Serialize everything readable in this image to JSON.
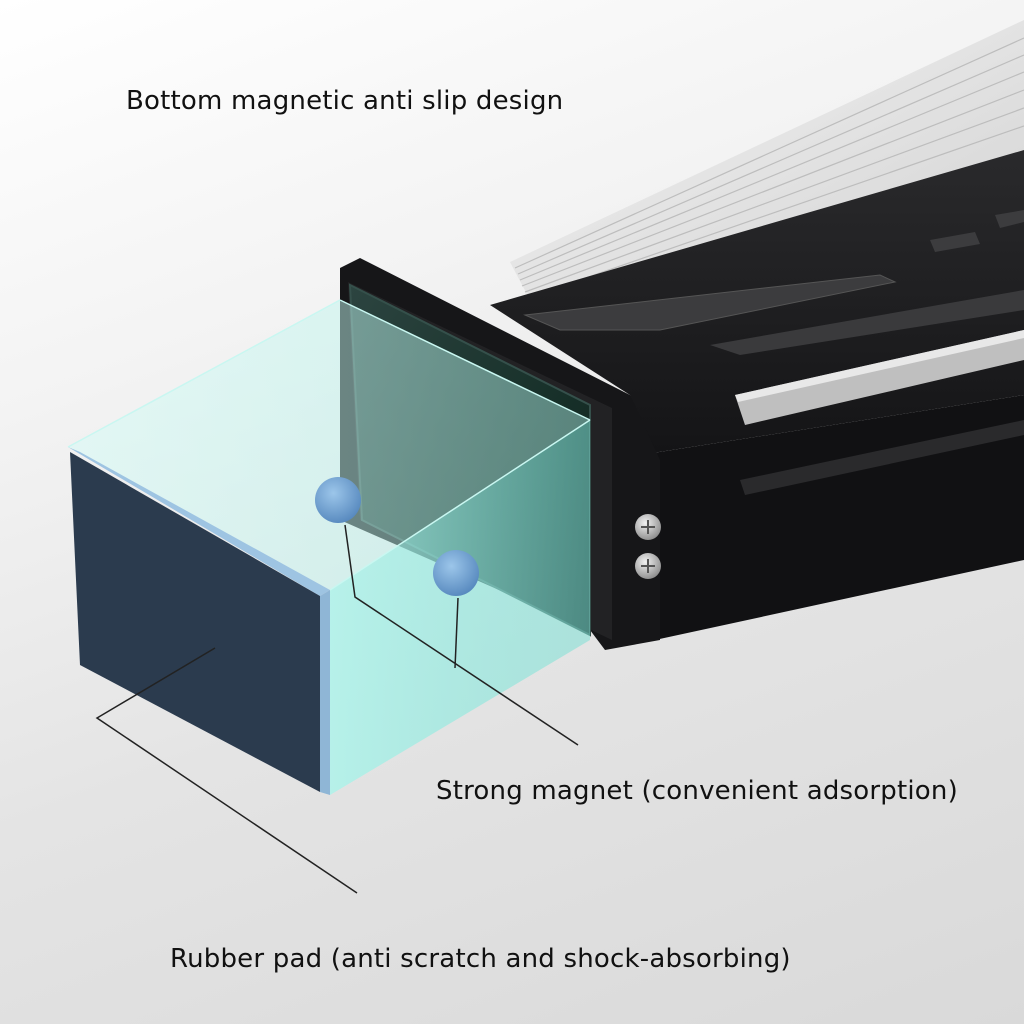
{
  "captions": {
    "title": "Bottom magnetic anti slip design",
    "magnet": "Strong magnet (convenient adsorption)",
    "rubber_pad": "Rubber pad (anti scratch and shock-absorbing)"
  },
  "colors": {
    "background": "#e6e6e6",
    "bracket_body": "#1b1b1d",
    "magnetic_plate": "#1e3330",
    "rubber_pad": "#2b3b4e",
    "rubber_edge": "#8fb6d6",
    "glass_box": "#9fe8e0",
    "magnet_dots": "#6a9fd0",
    "leader_lines": "#222222"
  },
  "icons": {
    "bracket": "gpu-support-bracket-illustration",
    "screws": "screw-icon",
    "magnets": "magnet-dot-icon"
  }
}
